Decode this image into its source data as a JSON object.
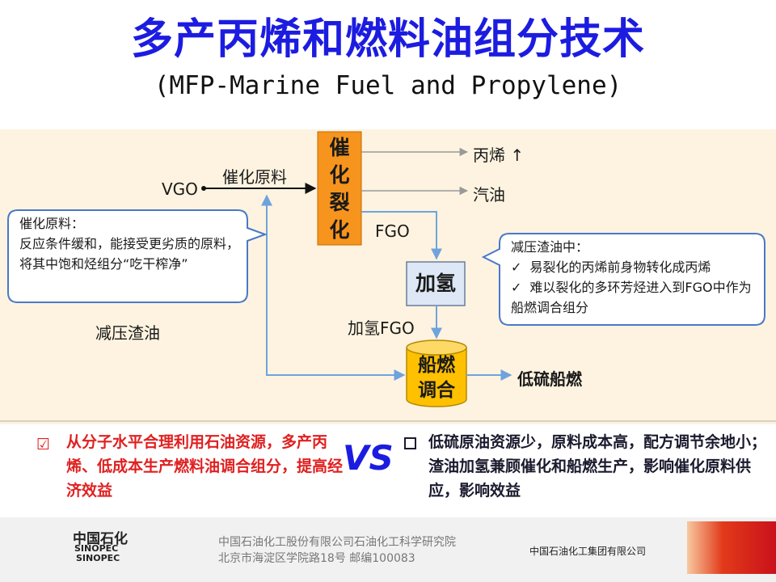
{
  "title": "多产丙烯和燃料油组分技术",
  "subtitle": "(MFP-Marine Fuel and Propylene)",
  "diagram": {
    "vgo": "VGO",
    "cat_feed": "催化原料",
    "fcc_box": [
      "催",
      "化",
      "裂",
      "化"
    ],
    "propylene": "丙烯 ↑",
    "gasoline": "汽油",
    "fgo": "FGO",
    "hydro_box": "加氢",
    "hydro_fgo": "加氢FGO",
    "blend_box": [
      "船燃",
      "调合"
    ],
    "low_sulfur": "低硫船燃",
    "vacuum_residue": "减压渣油",
    "note_left": {
      "title": "催化原料：",
      "body": "反应条件缓和，能接受更劣质的原料，将其中饱和烃组分“吃干榨净”"
    },
    "note_right": {
      "title": "减压渣油中：",
      "items": [
        "易裂化的丙烯前身物转化成丙烯",
        "难以裂化的多环芳烃进入到FGO中作为船燃调合组分"
      ]
    }
  },
  "compare": {
    "left_mark": "☑",
    "left": "从分子水平合理利用石油资源，多产丙烯、低成本生产燃料油调合组分，提高经济效益",
    "vs": "VS",
    "right": "低硫原油资源少，原料成本高，配方调节余地小；渣油加氢兼顾催化和船燃生产，影响催化原料供应，影响效益"
  },
  "footer": {
    "logo_cn": "中国石化",
    "logo_en1": "SINOPEC",
    "logo_en2": "SINOPEC",
    "org": "中国石油化工股份有限公司石油化工科学研究院",
    "address": "北京市海淀区学院路18号   邮编100083",
    "group": "中国石油化工集团有限公司"
  },
  "colors": {
    "title": "#1c1ce0",
    "panel_bg": "#fdf3e0",
    "fcc_box": "#f7941d",
    "hydro_box": "#dde7f5",
    "blend_box": "#ffc000",
    "flow_line": "#6fa3de",
    "note_border": "#4a78c8",
    "highlight_red": "#e02020"
  }
}
